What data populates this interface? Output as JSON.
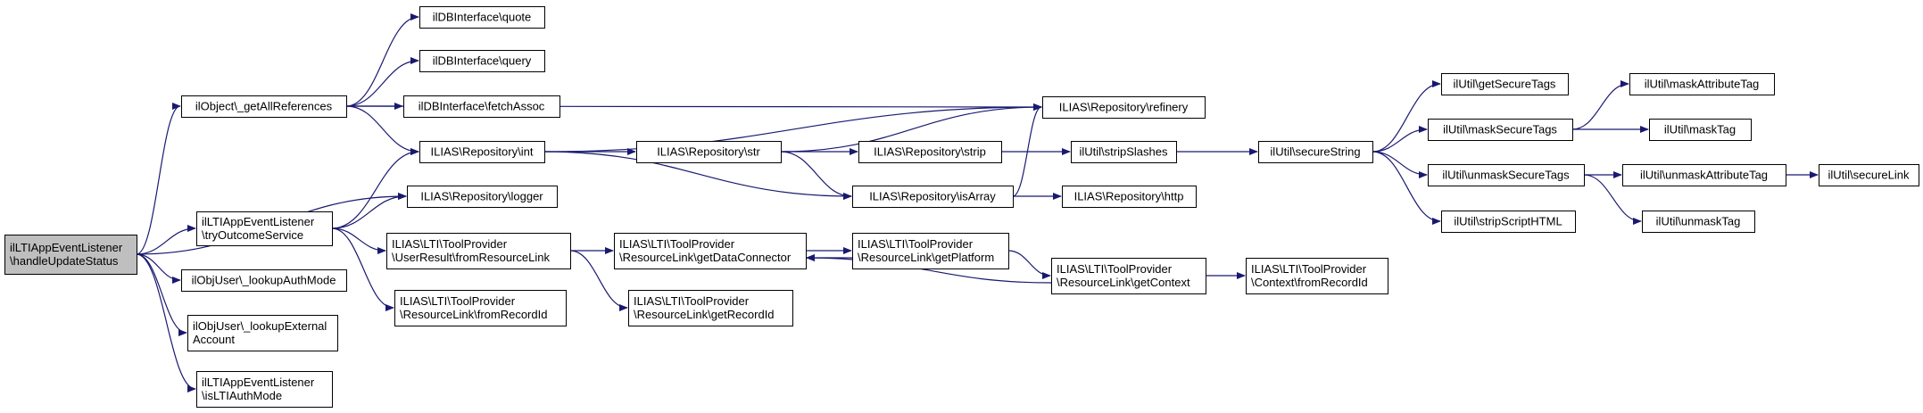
{
  "colors": {
    "edge": "#191970",
    "node_fill": "#ffffff",
    "root_fill": "#bfbfbf",
    "border": "#000000"
  },
  "nodes": [
    {
      "id": "root",
      "lines": [
        "ilLTIAppEventListener",
        "\\handleUpdateStatus"
      ],
      "root": true
    },
    {
      "id": "getAllRefs",
      "lines": [
        "ilObject\\_getAllReferences"
      ]
    },
    {
      "id": "tryOutcome",
      "lines": [
        "ilLTIAppEventListener",
        "\\tryOutcomeService"
      ]
    },
    {
      "id": "lookupAuthMode",
      "lines": [
        "ilObjUser\\_lookupAuthMode"
      ]
    },
    {
      "id": "lookupExternal",
      "lines": [
        "ilObjUser\\_lookupExternal",
        "Account"
      ]
    },
    {
      "id": "isLTIAuthMode",
      "lines": [
        "ilLTIAppEventListener",
        "\\isLTIAuthMode"
      ]
    },
    {
      "id": "dbQuote",
      "lines": [
        "ilDBInterface\\quote"
      ]
    },
    {
      "id": "dbQuery",
      "lines": [
        "ilDBInterface\\query"
      ]
    },
    {
      "id": "dbFetch",
      "lines": [
        "ilDBInterface\\fetchAssoc"
      ]
    },
    {
      "id": "repoInt",
      "lines": [
        "ILIAS\\Repository\\int"
      ]
    },
    {
      "id": "repoLogger",
      "lines": [
        "ILIAS\\Repository\\logger"
      ]
    },
    {
      "id": "userResult",
      "lines": [
        "ILIAS\\LTI\\ToolProvider",
        "\\UserResult\\fromResourceLink"
      ]
    },
    {
      "id": "rlFromRecord",
      "lines": [
        "ILIAS\\LTI\\ToolProvider",
        "\\ResourceLink\\fromRecordId"
      ]
    },
    {
      "id": "repoStr",
      "lines": [
        "ILIAS\\Repository\\str"
      ]
    },
    {
      "id": "rlDataConn",
      "lines": [
        "ILIAS\\LTI\\ToolProvider",
        "\\ResourceLink\\getDataConnector"
      ]
    },
    {
      "id": "rlRecordId",
      "lines": [
        "ILIAS\\LTI\\ToolProvider",
        "\\ResourceLink\\getRecordId"
      ]
    },
    {
      "id": "repoStrip",
      "lines": [
        "ILIAS\\Repository\\strip"
      ]
    },
    {
      "id": "repoIsArray",
      "lines": [
        "ILIAS\\Repository\\isArray"
      ]
    },
    {
      "id": "rlPlatform",
      "lines": [
        "ILIAS\\LTI\\ToolProvider",
        "\\ResourceLink\\getPlatform"
      ]
    },
    {
      "id": "repoRefinery",
      "lines": [
        "ILIAS\\Repository\\refinery"
      ]
    },
    {
      "id": "utilStripSlashes",
      "lines": [
        "ilUtil\\stripSlashes"
      ]
    },
    {
      "id": "repoHttp",
      "lines": [
        "ILIAS\\Repository\\http"
      ]
    },
    {
      "id": "rlContext",
      "lines": [
        "ILIAS\\LTI\\ToolProvider",
        "\\ResourceLink\\getContext"
      ]
    },
    {
      "id": "utilSecureString",
      "lines": [
        "ilUtil\\secureString"
      ]
    },
    {
      "id": "ctxFromRecord",
      "lines": [
        "ILIAS\\LTI\\ToolProvider",
        "\\Context\\fromRecordId"
      ]
    },
    {
      "id": "utilGetSecureTags",
      "lines": [
        "ilUtil\\getSecureTags"
      ]
    },
    {
      "id": "utilMaskSecureTags",
      "lines": [
        "ilUtil\\maskSecureTags"
      ]
    },
    {
      "id": "utilUnmaskSecureTags",
      "lines": [
        "ilUtil\\unmaskSecureTags"
      ]
    },
    {
      "id": "utilStripScript",
      "lines": [
        "ilUtil\\stripScriptHTML"
      ]
    },
    {
      "id": "utilMaskAttr",
      "lines": [
        "ilUtil\\maskAttributeTag"
      ]
    },
    {
      "id": "utilMaskTag",
      "lines": [
        "ilUtil\\maskTag"
      ]
    },
    {
      "id": "utilUnmaskAttr",
      "lines": [
        "ilUtil\\unmaskAttributeTag"
      ]
    },
    {
      "id": "utilUnmaskTag",
      "lines": [
        "ilUtil\\unmaskTag"
      ]
    },
    {
      "id": "utilSecureLink",
      "lines": [
        "ilUtil\\secureLink"
      ]
    }
  ],
  "edges": [
    [
      "root",
      "getAllRefs"
    ],
    [
      "root",
      "repoLogger"
    ],
    [
      "root",
      "tryOutcome"
    ],
    [
      "root",
      "lookupAuthMode"
    ],
    [
      "root",
      "lookupExternal"
    ],
    [
      "root",
      "isLTIAuthMode"
    ],
    [
      "getAllRefs",
      "dbQuote"
    ],
    [
      "getAllRefs",
      "dbQuery"
    ],
    [
      "getAllRefs",
      "dbFetch"
    ],
    [
      "getAllRefs",
      "repoInt"
    ],
    [
      "getAllRefs",
      "repoRefinery"
    ],
    [
      "tryOutcome",
      "repoInt"
    ],
    [
      "tryOutcome",
      "repoLogger"
    ],
    [
      "tryOutcome",
      "userResult"
    ],
    [
      "tryOutcome",
      "rlFromRecord"
    ],
    [
      "repoInt",
      "repoRefinery"
    ],
    [
      "repoInt",
      "repoStr"
    ],
    [
      "repoInt",
      "repoIsArray"
    ],
    [
      "repoStr",
      "repoRefinery"
    ],
    [
      "repoStr",
      "repoStrip"
    ],
    [
      "repoStr",
      "repoIsArray"
    ],
    [
      "repoStrip",
      "utilStripSlashes"
    ],
    [
      "repoIsArray",
      "repoRefinery"
    ],
    [
      "repoIsArray",
      "repoHttp"
    ],
    [
      "userResult",
      "rlDataConn"
    ],
    [
      "userResult",
      "rlRecordId"
    ],
    [
      "rlDataConn",
      "rlPlatform"
    ],
    [
      "rlPlatform",
      "rlDataConn"
    ],
    [
      "rlPlatform",
      "rlContext"
    ],
    [
      "rlContext",
      "rlDataConn"
    ],
    [
      "rlContext",
      "ctxFromRecord"
    ],
    [
      "utilStripSlashes",
      "utilSecureString"
    ],
    [
      "utilSecureString",
      "utilGetSecureTags"
    ],
    [
      "utilSecureString",
      "utilMaskSecureTags"
    ],
    [
      "utilSecureString",
      "utilUnmaskSecureTags"
    ],
    [
      "utilSecureString",
      "utilStripScript"
    ],
    [
      "utilMaskSecureTags",
      "utilMaskAttr"
    ],
    [
      "utilMaskSecureTags",
      "utilMaskTag"
    ],
    [
      "utilUnmaskSecureTags",
      "utilUnmaskAttr"
    ],
    [
      "utilUnmaskSecureTags",
      "utilUnmaskTag"
    ],
    [
      "utilUnmaskAttr",
      "utilSecureLink"
    ]
  ]
}
